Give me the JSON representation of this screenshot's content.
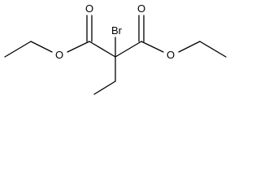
{
  "structure": {
    "atoms": {
      "bromine": "Br",
      "left_carbonyl_oxygen": "O",
      "right_carbonyl_oxygen": "O",
      "left_ester_oxygen": "O",
      "right_ester_oxygen": "O"
    },
    "colors": {
      "ink": "#000000",
      "background": "#ffffff"
    }
  }
}
